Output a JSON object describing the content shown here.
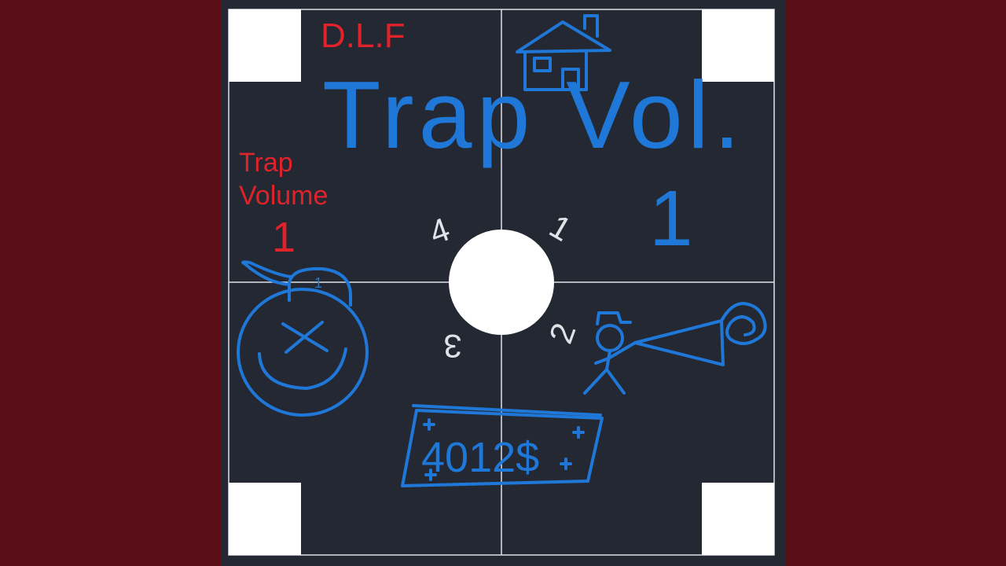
{
  "cover": {
    "artist": "D.L.F",
    "title_main": "Trap Vol.",
    "title_number": "1",
    "subtitle_line1": "Trap",
    "subtitle_line2": "Volume",
    "subtitle_number": "1",
    "bag_tag": "1",
    "money_text": "4012$",
    "quadrant_numbers": [
      "4",
      "1",
      "2",
      "3"
    ]
  },
  "colors": {
    "background": "#5a0f18",
    "board": "#232833",
    "line": "#dfe3e8",
    "blue_ink": "#1f78d8",
    "red_ink": "#e0222a",
    "white": "#ffffff"
  },
  "icons": {
    "house": "house-icon",
    "money_bag": "money-bag-icon",
    "stick_figure": "stick-figure-icon",
    "banknote": "banknote-icon",
    "smoke": "smoke-icon"
  }
}
